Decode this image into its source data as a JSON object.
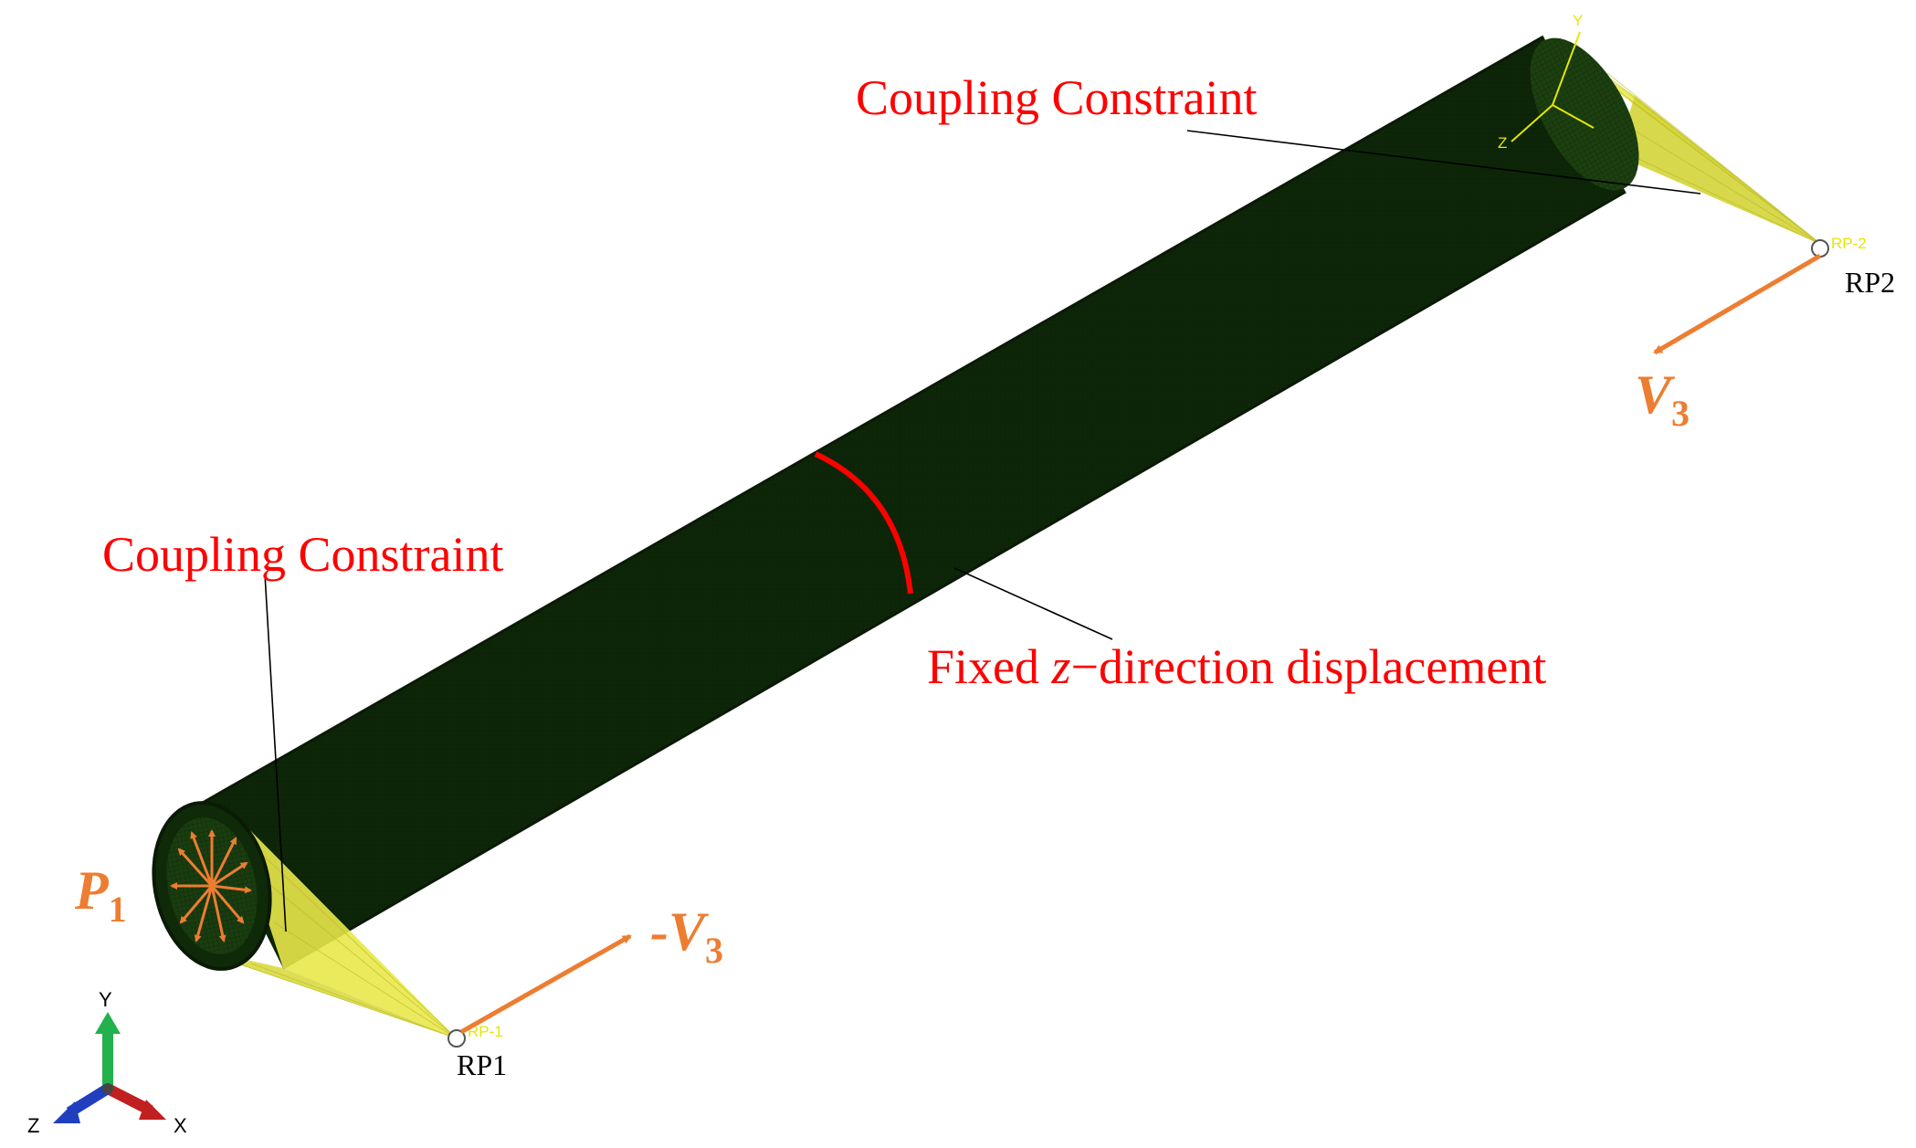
{
  "annotations": {
    "coupling_top": "Coupling Constraint",
    "coupling_left": "Coupling Constraint",
    "fixed_prefix": "Fixed ",
    "fixed_var": "z",
    "fixed_suffix": "−direction displacement"
  },
  "reference_points": {
    "rp1_label": "RP1",
    "rp2_label": "RP2",
    "rp1_tag": "RP-1",
    "rp2_tag": "RP-2"
  },
  "loads": {
    "pressure_symbol": "P",
    "pressure_sub": "1",
    "v3_symbol": "V",
    "v3_sub": "3",
    "neg_v3_prefix": "-V",
    "neg_v3_sub": "3"
  },
  "triad": {
    "x": "X",
    "y": "Y",
    "z": "Z"
  },
  "local_csys": {
    "y": "Y",
    "z": "Z"
  },
  "colors": {
    "mesh": "#1f4a12",
    "coupling": "#e8e84a",
    "annotation": "#ff0000",
    "load": "#ed7d31"
  }
}
